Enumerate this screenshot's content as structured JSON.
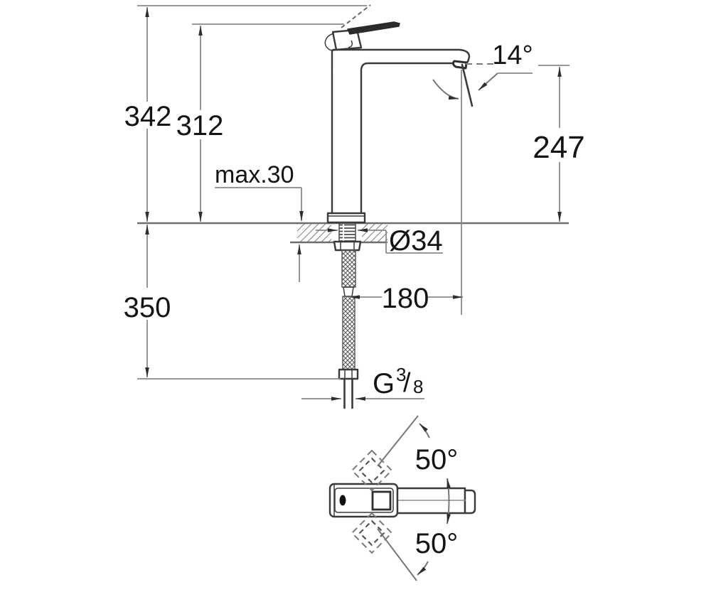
{
  "labels": {
    "overall_height": "342",
    "lever_height": "312",
    "max_deck_thickness": "max.30",
    "spout_angle": "14°",
    "spout_outlet_height": "247",
    "shank_diameter": "Ø34",
    "spout_projection": "180",
    "hose_drop": "350",
    "thread_prefix": "G",
    "thread_numerator": "3",
    "thread_slash": "/",
    "thread_denominator": "8",
    "swivel_angle_upper": "50°",
    "swivel_angle_lower": "50°"
  },
  "colors": {
    "background": "#ffffff",
    "object_line": "#3a3a3a",
    "dim_line": "#8a8a8a",
    "text": "#141414"
  }
}
